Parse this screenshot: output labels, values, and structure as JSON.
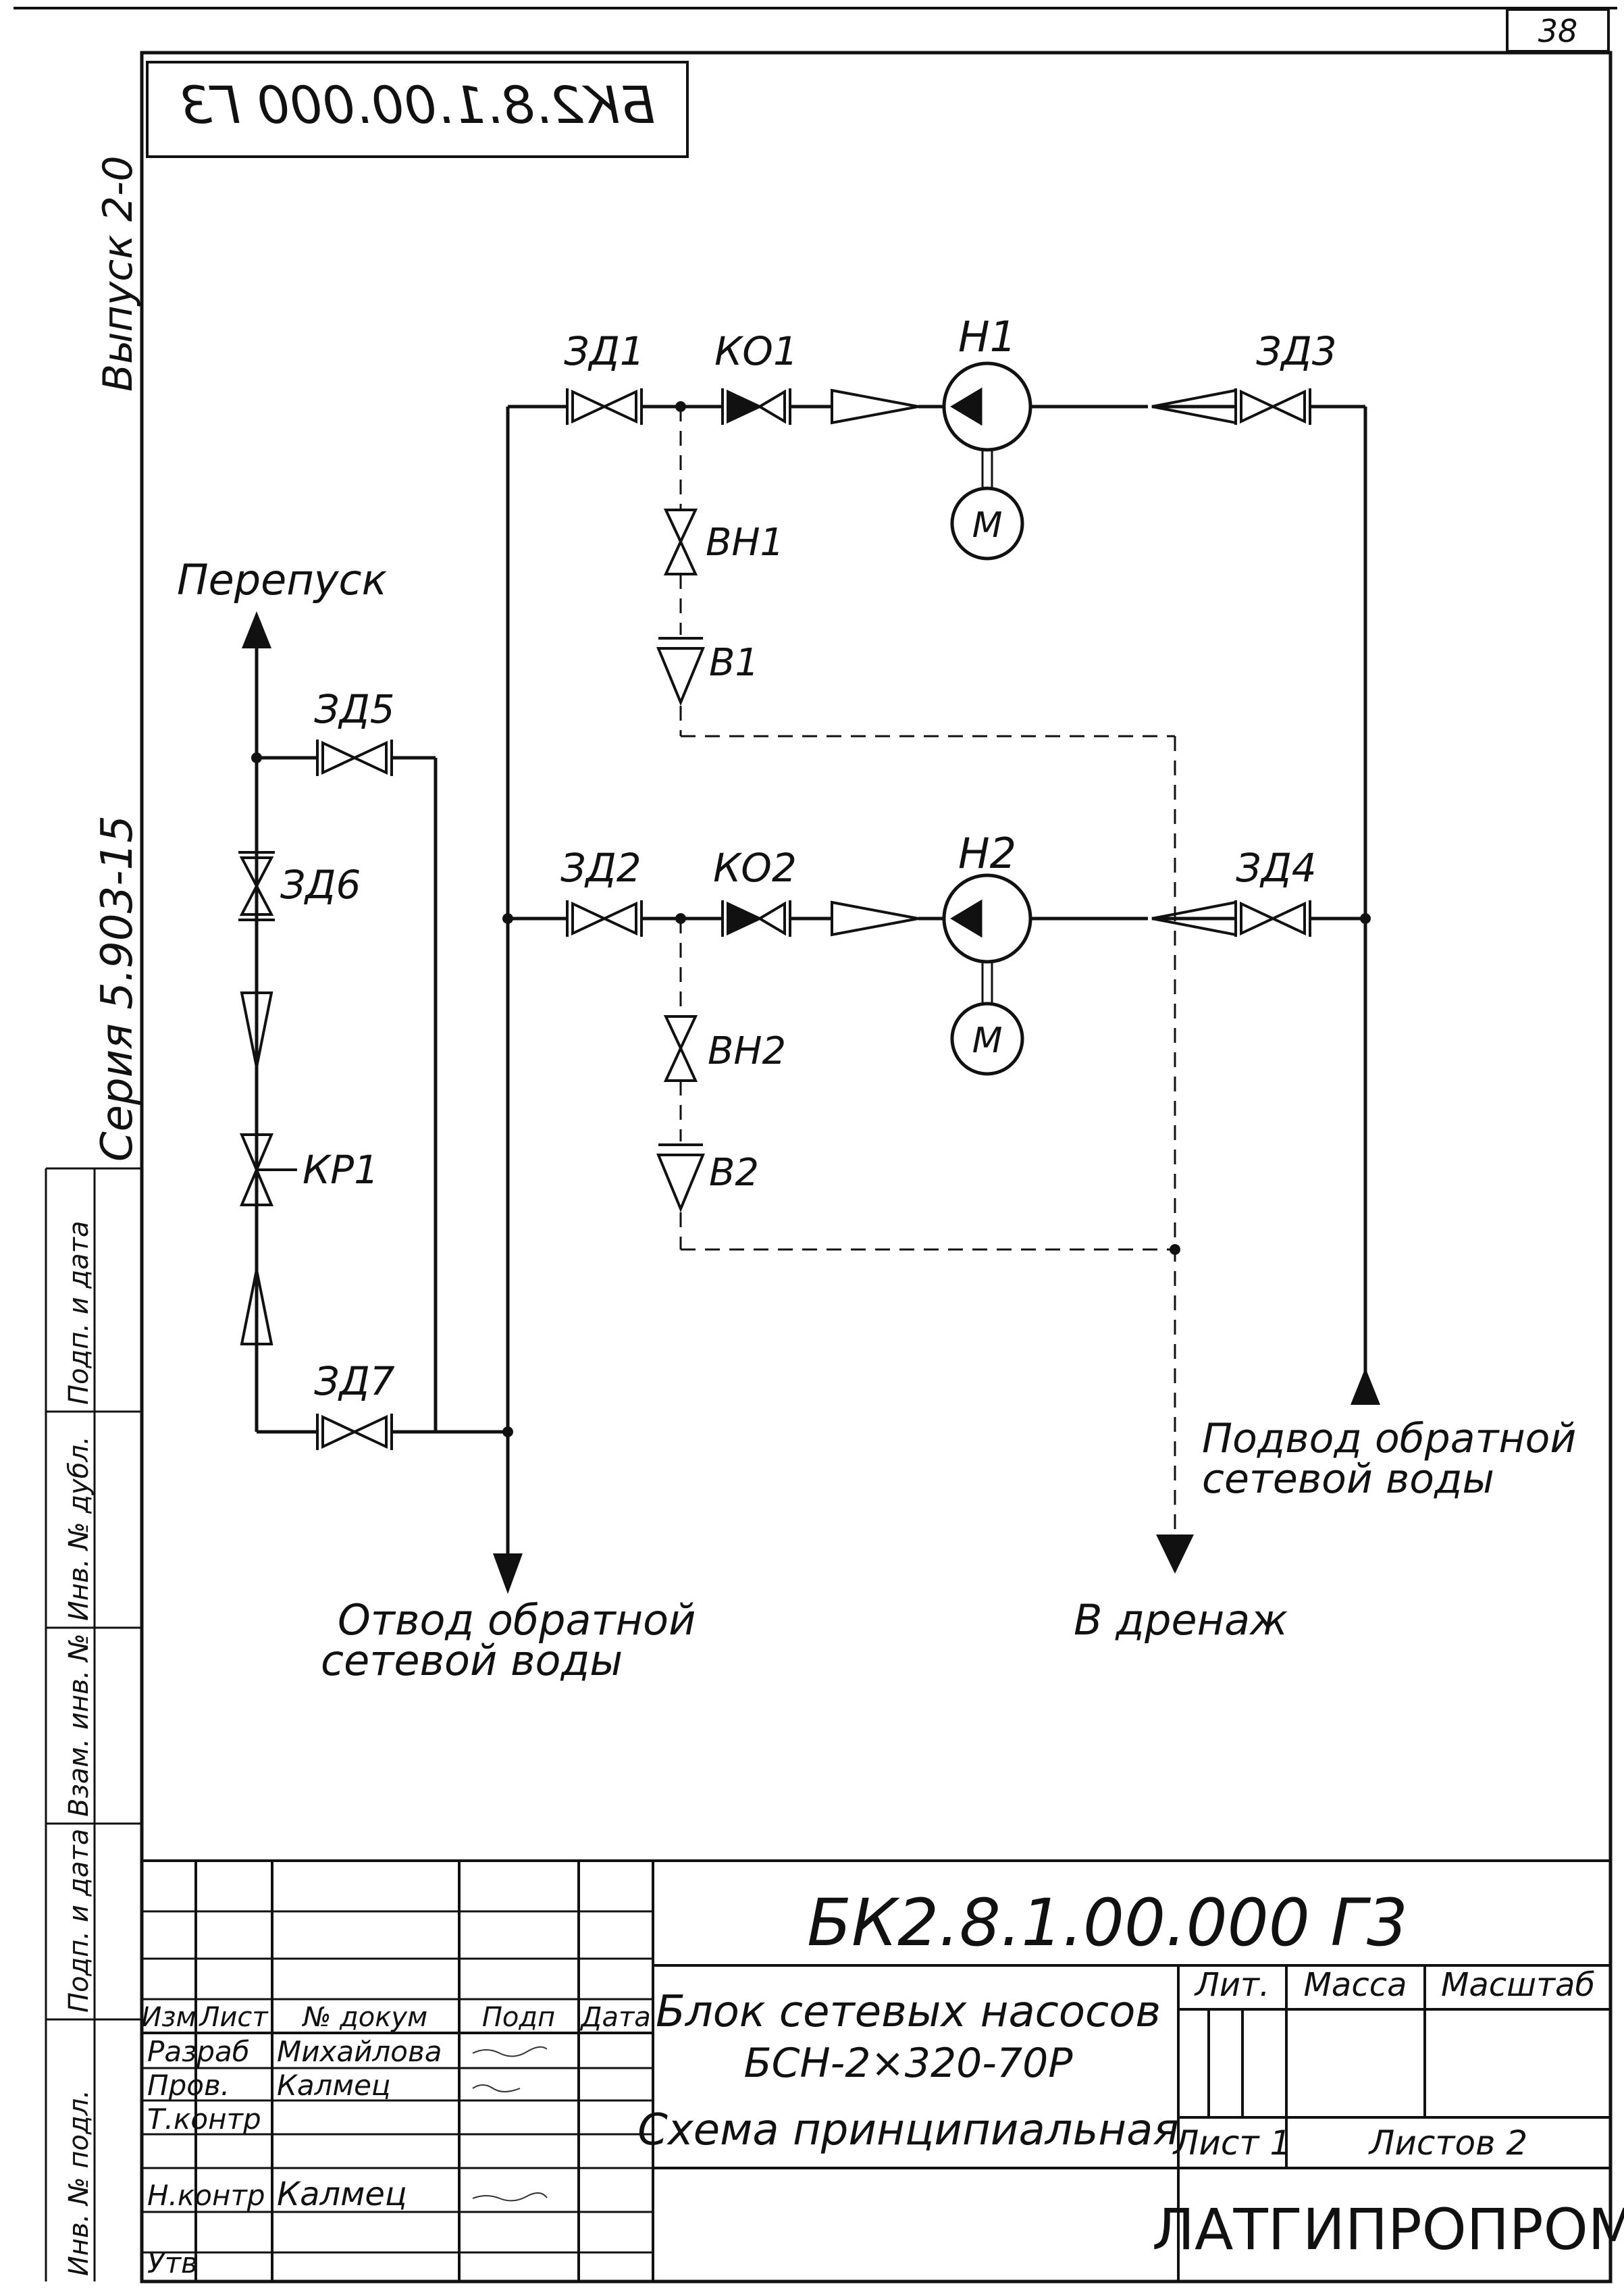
{
  "sheet_number": "38",
  "stamp_code_mirrored": "БК2.8.1.00.000 Г3",
  "side_labels": {
    "issue": "Выпуск 2-0",
    "series": "Серия 5.903-15"
  },
  "side_stamp": [
    "Подп. и дата",
    "Инв. № дубл.",
    "Взам. инв. №",
    "Подп. и дата",
    "Инв. № подл."
  ],
  "equipment": {
    "ZD1": "ЗД1",
    "KO1": "КО1",
    "H1": "Н1",
    "ZD3": "ЗД3",
    "VN1": "ВН1",
    "V1": "В1",
    "M1": "М",
    "ZD2": "ЗД2",
    "KO2": "КО2",
    "H2": "Н2",
    "ZD4": "ЗД4",
    "VN2": "ВН2",
    "V2": "В2",
    "M2": "М",
    "ZD5": "ЗД5",
    "ZD6": "ЗД6",
    "KR1": "КР1",
    "ZD7": "ЗД7"
  },
  "flows": {
    "bypass": "Перепуск",
    "supply_line1": "Подвод обратной",
    "supply_line2": "сетевой воды",
    "outlet_line1": "Отвод обратной",
    "outlet_line2": "сетевой воды",
    "drain": "В дренаж"
  },
  "title_block": {
    "designation": "БК2.8.1.00.000 Г3",
    "title_line1": "Блок сетевых насосов",
    "title_line2": "БСН-2×320-70Р",
    "title_line3": "Схема принципиальная",
    "col_headers": [
      "Изм",
      "Лист",
      "№ докум",
      "Подп",
      "Дата"
    ],
    "rows": [
      {
        "role": "Разраб",
        "name": "Михайлова"
      },
      {
        "role": "Пров.",
        "name": "Калмец"
      },
      {
        "role": "Т.контр",
        "name": ""
      },
      {
        "role": "",
        "name": ""
      },
      {
        "role": "Н.контр",
        "name": "Калмец"
      },
      {
        "role": "Утв",
        "name": ""
      }
    ],
    "lit": "Лит.",
    "mass": "Масса",
    "scale": "Масштаб",
    "sheet": "Лист 1",
    "sheets": "Листов 2",
    "organization": "ЛАТГИПРОПРОМ"
  }
}
